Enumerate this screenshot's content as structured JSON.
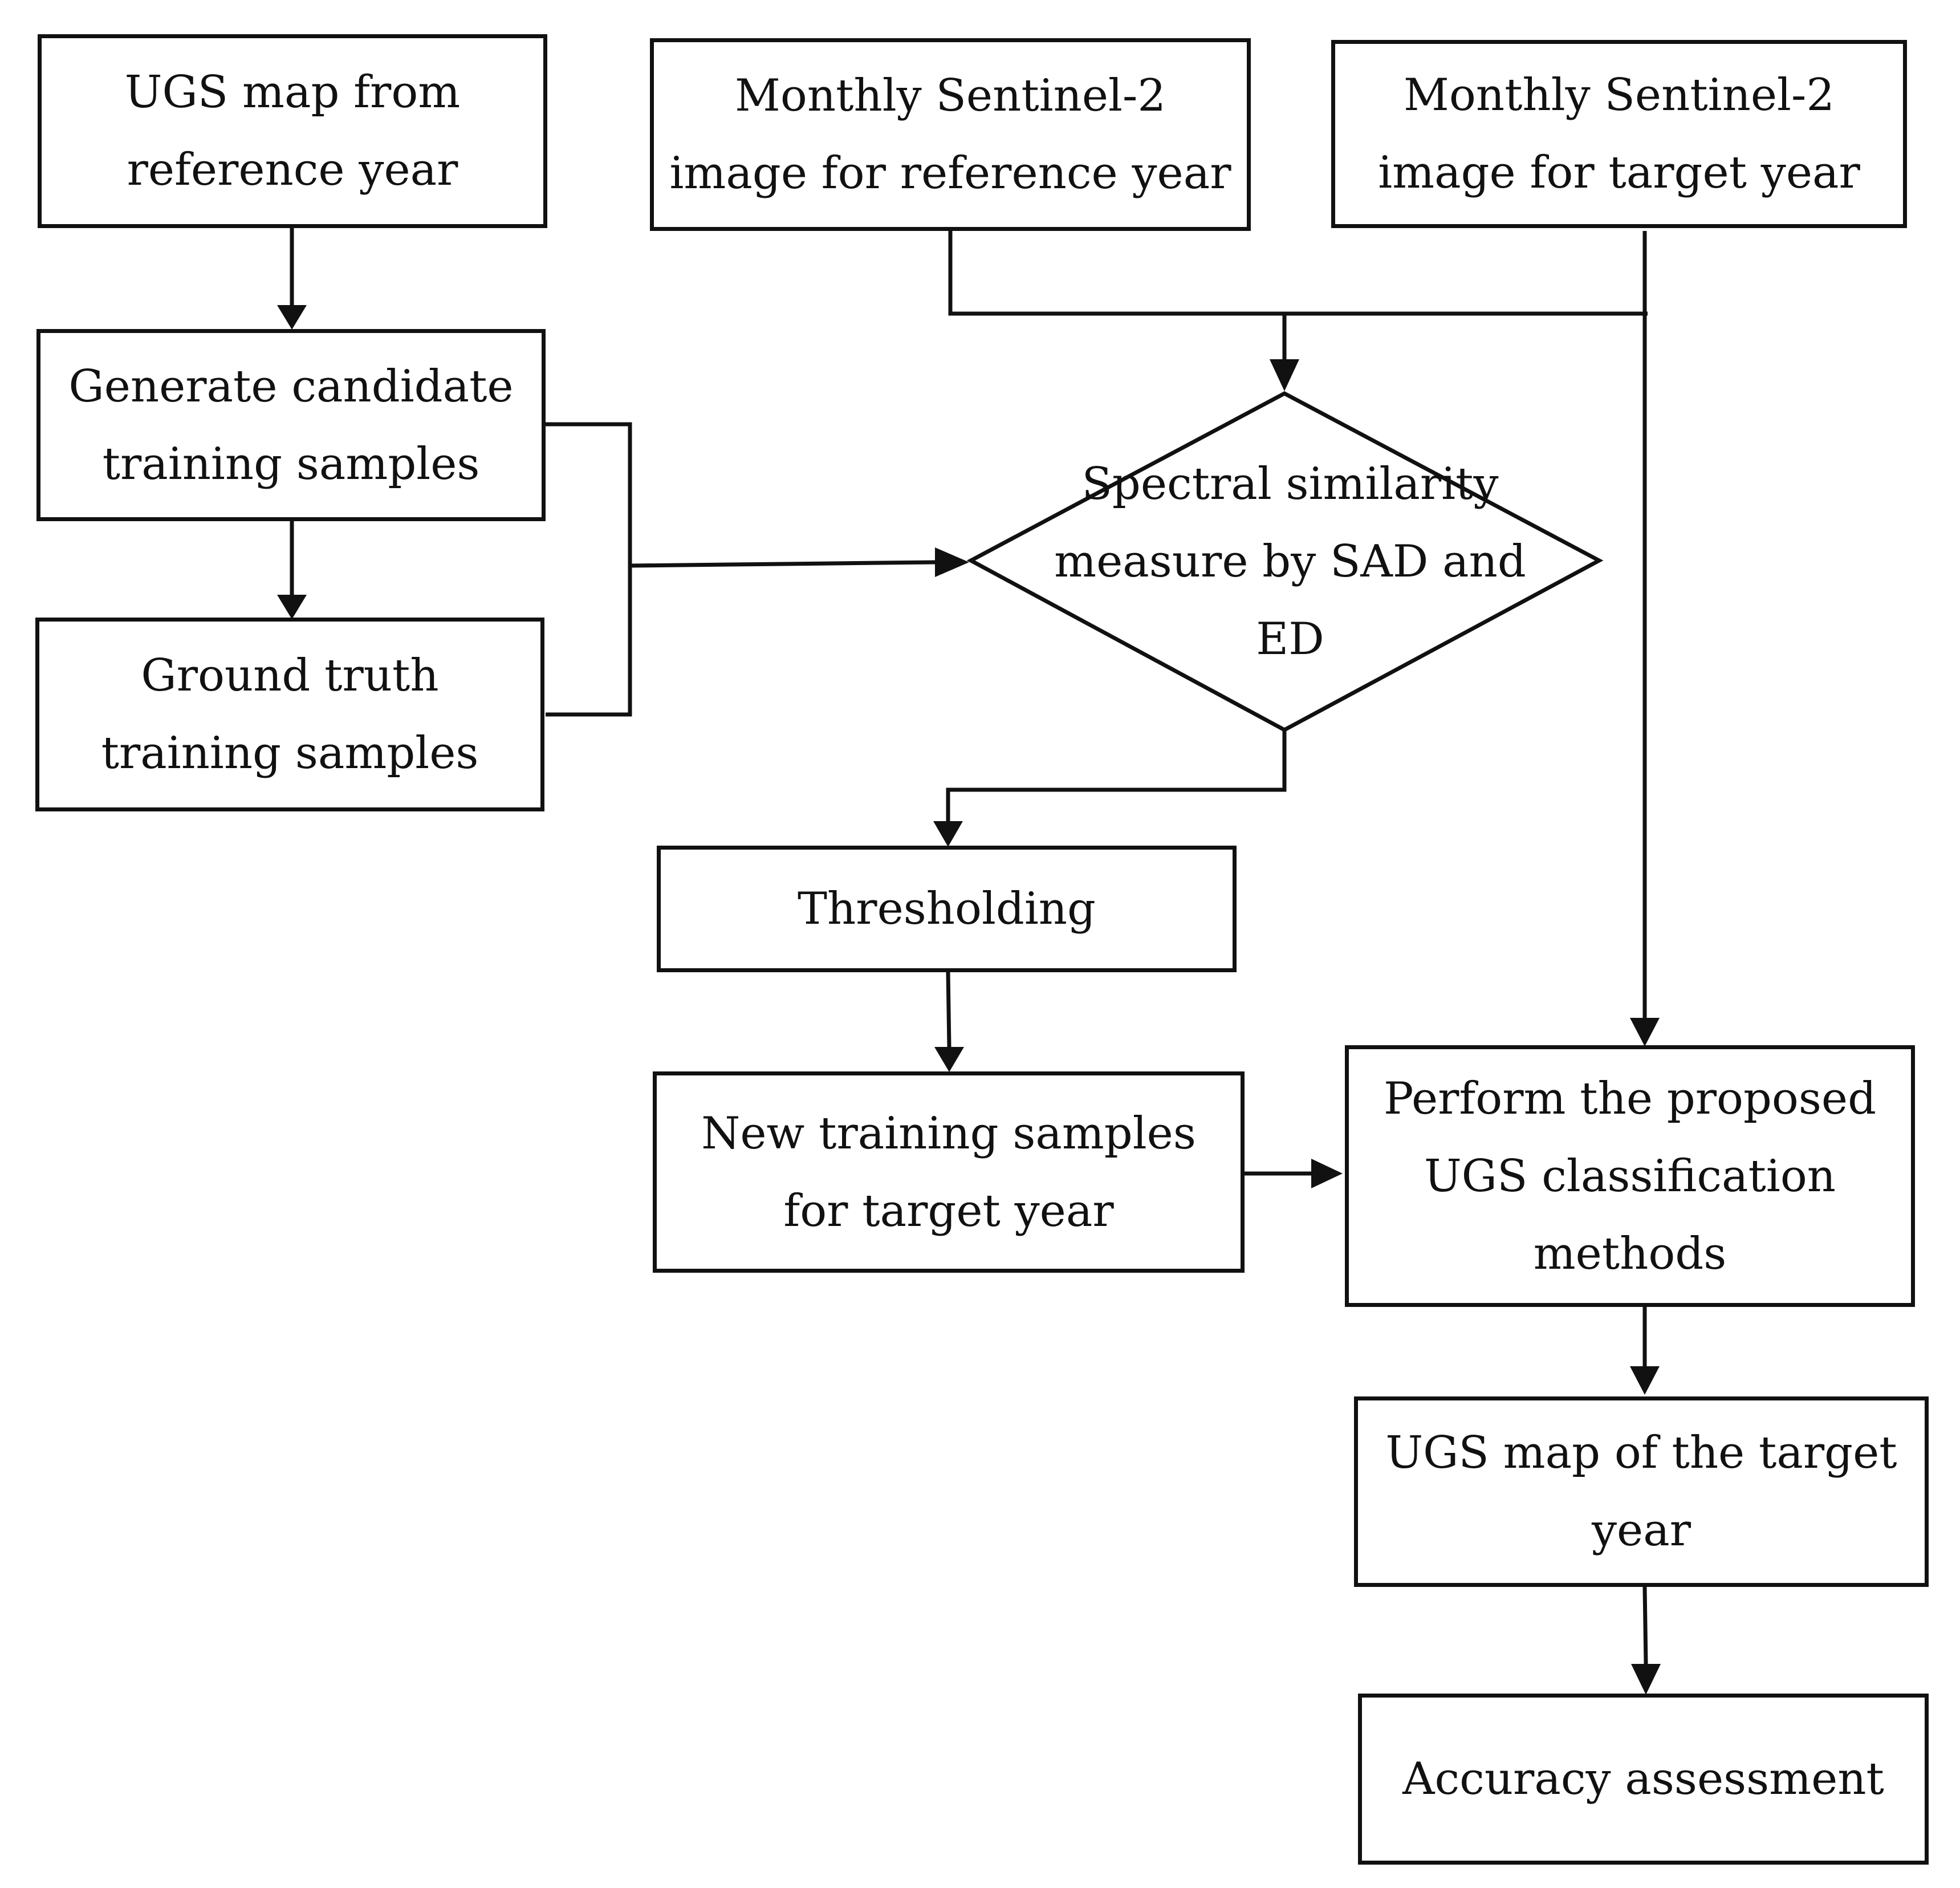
{
  "colors": {
    "stroke": "#111111",
    "background": "#ffffff"
  },
  "nodes": {
    "ugs_map_reference": {
      "lines": [
        "UGS map from",
        "reference year"
      ]
    },
    "monthly_s2_reference": {
      "lines": [
        "Monthly Sentinel-2",
        "image for reference year"
      ]
    },
    "monthly_s2_target": {
      "lines": [
        "Monthly Sentinel-2",
        "image for target year"
      ]
    },
    "generate_candidate": {
      "lines": [
        "Generate candidate",
        "training samples"
      ]
    },
    "ground_truth": {
      "lines": [
        "Ground truth",
        "training samples"
      ]
    },
    "spectral_similarity": {
      "lines": [
        "Spectral similarity",
        "measure by SAD and",
        "ED"
      ]
    },
    "thresholding": {
      "lines": [
        "Thresholding"
      ]
    },
    "new_training_samples": {
      "lines": [
        "New training samples",
        "for target year"
      ]
    },
    "perform_classification": {
      "lines": [
        "Perform the proposed",
        "UGS classification",
        "methods"
      ]
    },
    "ugs_map_target": {
      "lines": [
        "UGS map of the target",
        "year"
      ]
    },
    "accuracy_assessment": {
      "lines": [
        "Accuracy assessment"
      ]
    }
  }
}
